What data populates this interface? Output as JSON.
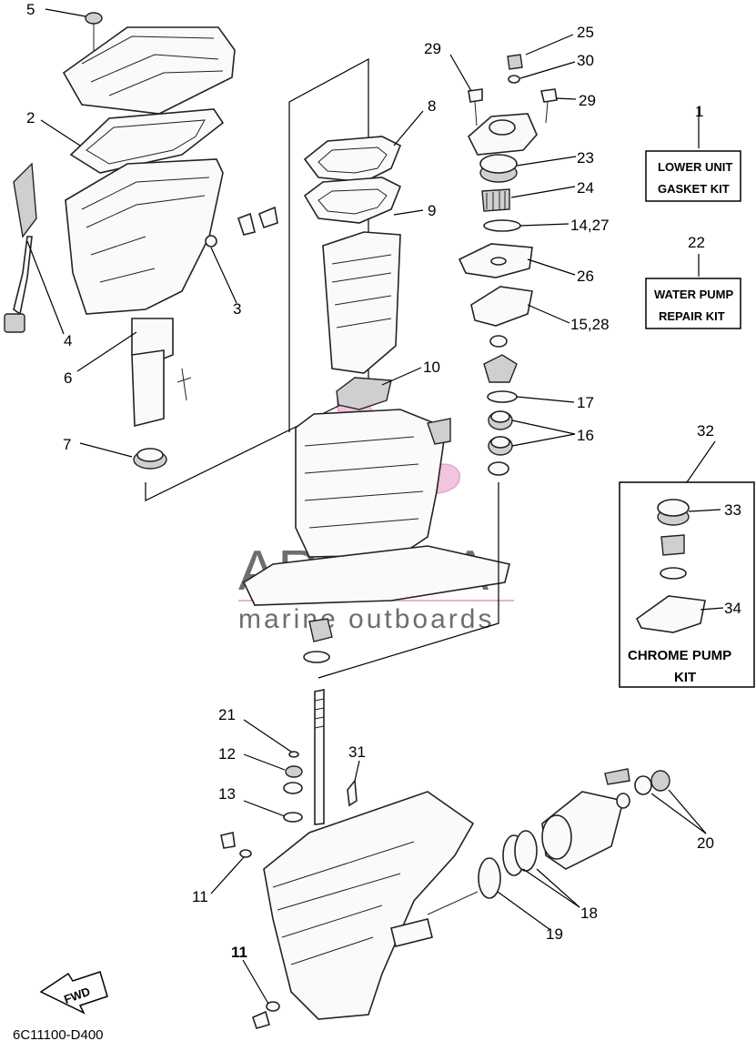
{
  "callouts": {
    "c1": "1",
    "c2": "2",
    "c3": "3",
    "c4": "4",
    "c5": "5",
    "c6": "6",
    "c7": "7",
    "c8": "8",
    "c9": "9",
    "c10": "10",
    "c11a": "11",
    "c11b": "11",
    "c12": "12",
    "c13": "13",
    "c14_27": "14,27",
    "c15_28": "15,28",
    "c16": "16",
    "c17": "17",
    "c18": "18",
    "c19": "19",
    "c20": "20",
    "c21": "21",
    "c22": "22",
    "c23": "23",
    "c24": "24",
    "c25": "25",
    "c26": "26",
    "c29a": "29",
    "c29b": "29",
    "c30": "30",
    "c31": "31",
    "c32": "32",
    "c33": "33",
    "c34": "34"
  },
  "kits": {
    "lower_unit_line1": "LOWER UNIT",
    "lower_unit_line2": "GASKET KIT",
    "water_pump_line1": "WATER PUMP",
    "water_pump_line2": "REPAIR KIT",
    "chrome_pump_line1": "CHROME PUMP",
    "chrome_pump_line2": "KIT"
  },
  "watermark": {
    "brand": "ARMADA",
    "tagline": "marine outboards",
    "brand_color": "#555555",
    "logo_color": "#e8a0c8"
  },
  "fwd_label": "FWD",
  "diagram_code": "6C11100-D400"
}
